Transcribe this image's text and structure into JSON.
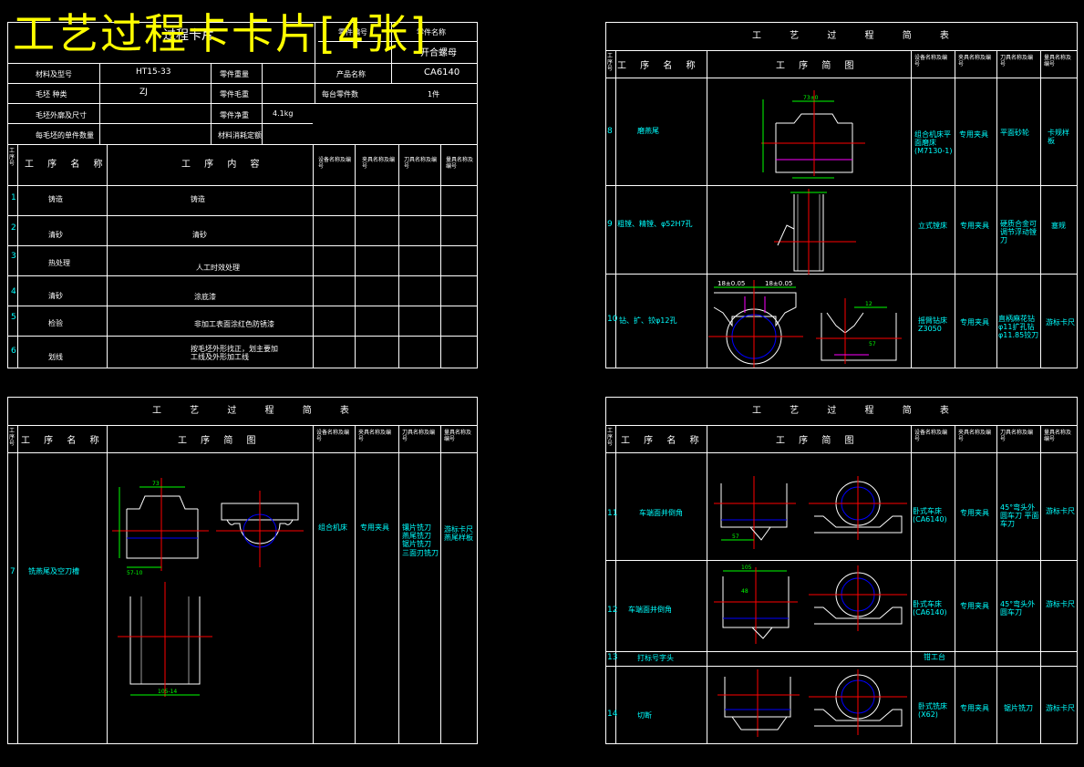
{
  "overlay_title": "工艺过程卡卡片[4张]",
  "card1": {
    "header": {
      "part_no_label": "零件编号",
      "part_name_label": "零件名称",
      "part_name_value": "开合螺母",
      "card_name": "过程卡片"
    },
    "info": {
      "material_label": "材料及型号",
      "material_value": "HT15-33",
      "part_weight_label": "零件重量",
      "product_label": "产品名称",
      "product_value": "CA6140",
      "blank_type_label": "毛坯 种类",
      "blank_type_value": "ZJ",
      "blank_weight_label": "零件毛重",
      "per_unit_label": "每台零件数",
      "per_unit_value": "1件",
      "blank_size_label": "毛坯外廓及尺寸",
      "net_weight_label": "零件净重",
      "net_weight_value": "4.1kg",
      "parts_per_blank_label": "每毛坯的单件数量",
      "material_quota_label": "材料消耗定额"
    },
    "columns": {
      "no": "工序号",
      "name": "工 序 名 称",
      "content": "工 序 内 容",
      "equip": "设备名称及编号",
      "fixture": "夹具名称及编号",
      "tool": "刀具名称及编号",
      "gauge": "量具名称及编号"
    },
    "rows": [
      {
        "no": "1",
        "name": "铸造",
        "content": "铸造"
      },
      {
        "no": "2",
        "name": "清砂",
        "content": "清砂"
      },
      {
        "no": "3",
        "name": "热处理",
        "content": "人工时效处理"
      },
      {
        "no": "4",
        "name": "清砂",
        "content": "涂底漆"
      },
      {
        "no": "5",
        "name": "检验",
        "content": "非加工表面涂红色防锈漆"
      },
      {
        "no": "6",
        "name": "划线",
        "content": "按毛坯外形找正，划主要加工线及外形加工线"
      }
    ]
  },
  "card2": {
    "title": "工 艺 过 程 简 表",
    "columns": {
      "no": "工序号",
      "name": "工 序 名 称",
      "sketch": "工 序 简 图",
      "equip": "设备名称及编号",
      "fixture": "夹具名称及编号",
      "tool": "刀具名称及编号",
      "gauge": "量具名称及编号"
    },
    "rows": [
      {
        "no": "8",
        "name": "磨燕尾",
        "equip": "组合机床平面磨床(M7130-1)",
        "fixture": "专用夹具",
        "tool": "平面砂轮",
        "gauge": "卡规样板"
      },
      {
        "no": "9",
        "name": "粗镗、精镗、φ52H7孔",
        "equip": "立式镗床",
        "fixture": "专用夹具",
        "tool": "硬质合金可调节浮动镗刀",
        "gauge": "塞规"
      },
      {
        "no": "10",
        "name": "钻、扩、铰φ12孔",
        "equip": "摇臂钻床Z3050",
        "fixture": "专用夹具",
        "tool": "直柄麻花钻φ11扩孔钻φ11.85铰刀",
        "gauge": "游标卡尺"
      }
    ],
    "dims": {
      "d1": "73±0",
      "d2": "18±0.05",
      "d3": "18±0.05",
      "d4": "12",
      "d5": "57"
    }
  },
  "card3": {
    "title": "工 艺 过 程 简 表",
    "columns": {
      "no": "工序号",
      "name": "工 序 名 称",
      "sketch": "工 序 简 图",
      "equip": "设备名称及编号",
      "fixture": "夹具名称及编号",
      "tool": "刀具名称及编号",
      "gauge": "量具名称及编号"
    },
    "row": {
      "no": "7",
      "name": "铣燕尾及空刀槽",
      "equip": "组合机床",
      "fixture": "专用夹具",
      "tool": "镶片铣刀 燕尾铣刀 锯片铣刀 三面刃铣刀",
      "gauge": "游标卡尺 燕尾样板"
    },
    "dims": {
      "d1": "73",
      "d2": "57-10",
      "d3": "105-14"
    }
  },
  "card4": {
    "title": "工 艺 过 程 简 表",
    "columns": {
      "no": "工序号",
      "name": "工 序 名 称",
      "sketch": "工 序 简 图",
      "equip": "设备名称及编号",
      "fixture": "夹具名称及编号",
      "tool": "刀具名称及编号",
      "gauge": "量具名称及编号"
    },
    "rows": [
      {
        "no": "11",
        "name": "车端面并倒角",
        "equip": "卧式车床(CA6140)",
        "fixture": "专用夹具",
        "tool": "45°弯头外圆车刀 平面车刀",
        "gauge": "游标卡尺"
      },
      {
        "no": "12",
        "name": "车端面并倒角",
        "equip": "卧式车床(CA6140)",
        "fixture": "专用夹具",
        "tool": "45°弯头外圆车刀",
        "gauge": "游标卡尺"
      },
      {
        "no": "13",
        "name": "打标号字头",
        "equip": "钳工台",
        "fixture": "",
        "tool": "",
        "gauge": ""
      },
      {
        "no": "14",
        "name": "切断",
        "equip": "卧式铣床(X62)",
        "fixture": "专用夹具",
        "tool": "锯片铣刀",
        "gauge": "游标卡尺"
      }
    ],
    "dims": {
      "d1": "57",
      "d2": "105",
      "d3": "48"
    }
  }
}
